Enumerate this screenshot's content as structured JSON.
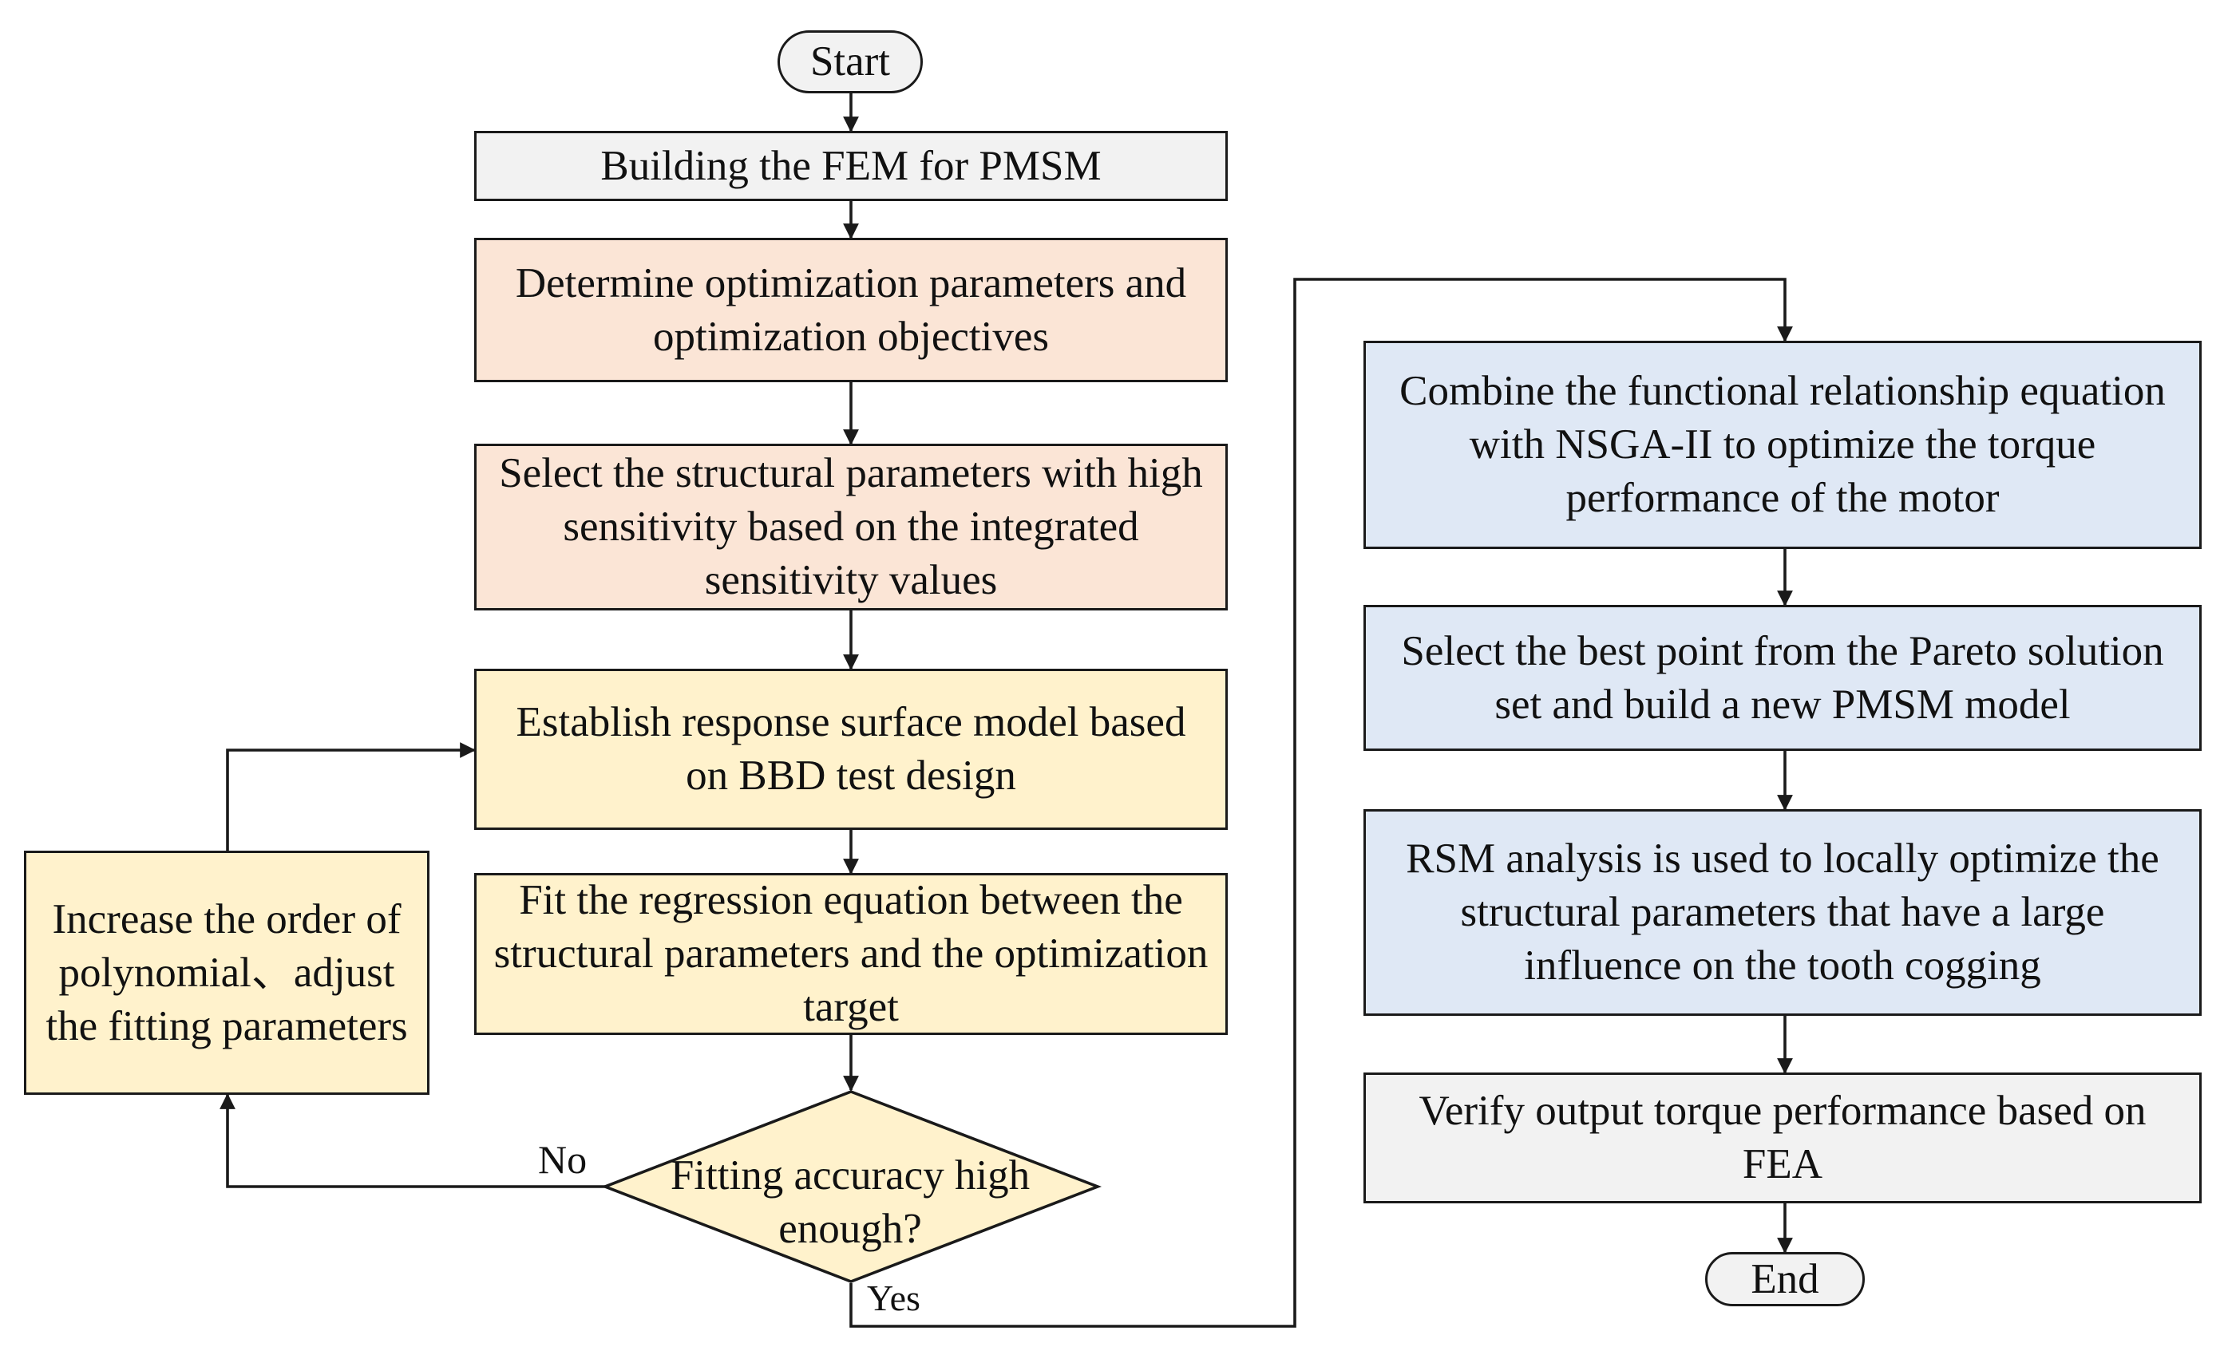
{
  "nodes": {
    "start": "Start",
    "build_fem": "Building the FEM for PMSM",
    "determine_params": "Determine optimization parameters and optimization objectives",
    "select_structural": "Select the structural parameters with high sensitivity based on the integrated sensitivity values",
    "establish_rsm": "Establish response surface model based on BBD test design",
    "fit_regression": "Fit the regression equation between the structural parameters and the optimization target",
    "fitting_accuracy": "Fitting accuracy high enough?",
    "increase_order": "Increase the order of polynomial、adjust the fitting parameters",
    "combine_nsga": "Combine the functional relationship equation with NSGA-II to optimize the torque performance of the motor",
    "select_pareto": "Select the best point from the Pareto solution set and build a new PMSM model",
    "rsm_analysis": "RSM analysis is used to locally optimize the structural parameters that have a large influence on the tooth cogging",
    "verify_output": "Verify output torque performance based on FEA",
    "end": "End"
  },
  "edge_labels": {
    "no": "No",
    "yes": "Yes"
  },
  "colors": {
    "gray": "#f2f2f2",
    "salmon": "#fbe5d6",
    "yellow": "#fff2cc",
    "blue": "#dfe8f5",
    "stroke": "#1a1a1a"
  }
}
